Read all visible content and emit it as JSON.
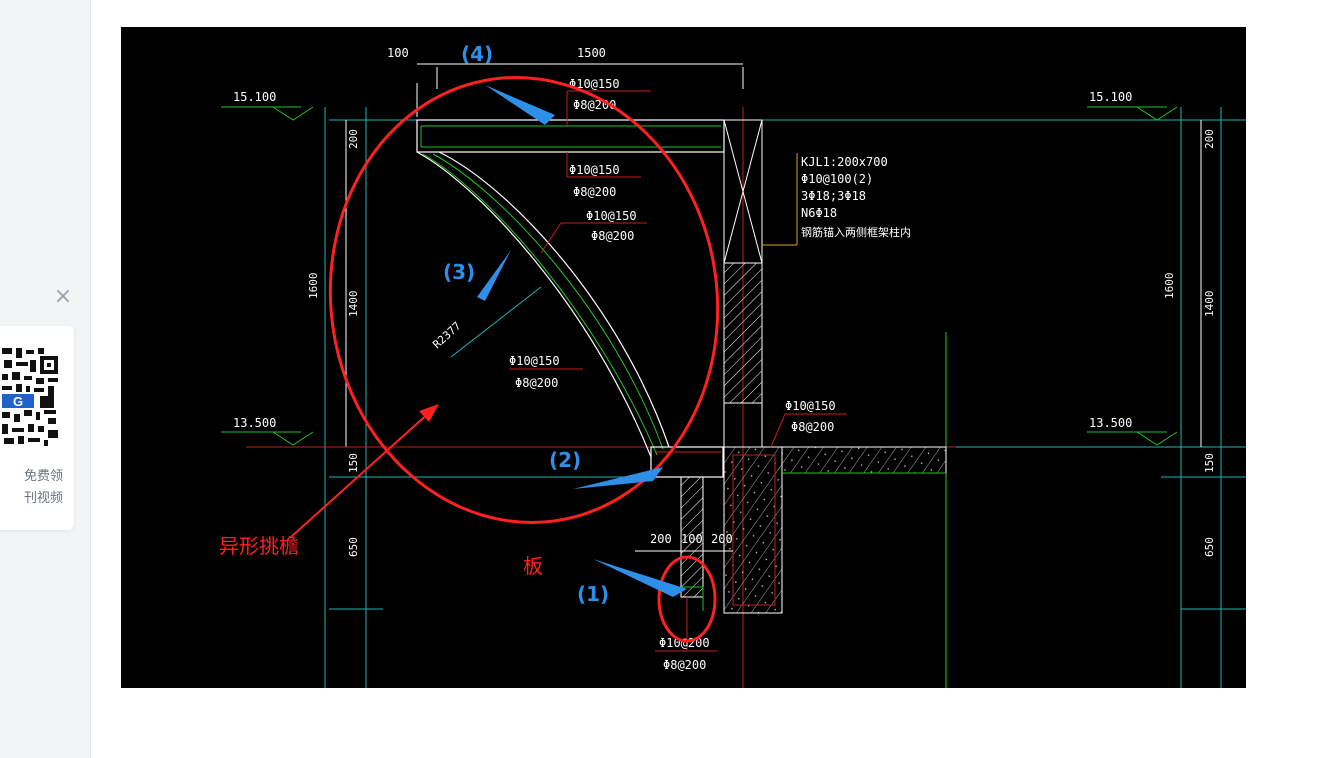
{
  "sidebar": {
    "close_symbol": "×",
    "promo_line1": "免费领",
    "promo_line2": "刊视频"
  },
  "drawing": {
    "elevations": {
      "top_left": "15.100",
      "top_right": "15.100",
      "mid_left": "13.500",
      "mid_right": "13.500"
    },
    "dims_top": {
      "d1": "100",
      "d2": "1500"
    },
    "dims_left": {
      "v200": "200",
      "v1600": "1600",
      "v1400": "1400",
      "v150": "150",
      "v650": "650"
    },
    "dims_right": {
      "v200": "200",
      "v1600": "1600",
      "v1400": "1400",
      "v150": "150",
      "v650": "650"
    },
    "dims_bottom": {
      "a": "200",
      "b": "100",
      "c": "200"
    },
    "radius": "R2377",
    "rebar": {
      "top_a": "Φ10@150",
      "top_b": "Φ8@200",
      "mid_a": "Φ10@150",
      "mid_b": "Φ8@200",
      "mid2_a": "Φ10@150",
      "mid2_b": "Φ8@200",
      "curve_a": "Φ10@150",
      "curve_b": "Φ8@200",
      "right_a": "Φ10@150",
      "right_b": "Φ8@200",
      "bottom_a": "Φ10@200",
      "bottom_b": "Φ8@200"
    },
    "beam_note": {
      "l1": "KJL1:200x700",
      "l2": "Φ10@100(2)",
      "l3": "3Φ18;3Φ18",
      "l4": "N6Φ18",
      "l5": "钢筋锚入两侧框架柱内"
    },
    "markers": {
      "m1": "(1)",
      "m2": "(2)",
      "m3": "(3)",
      "m4": "(4)"
    },
    "labels": {
      "eave": "异形挑檐",
      "slab": "板"
    },
    "colors": {
      "annotation_red": "#ff2020",
      "marker_blue": "#2e8fe8",
      "cad_green": "#21c41f",
      "cad_cyan": "#22b5b5",
      "cad_bg": "#000000"
    }
  }
}
